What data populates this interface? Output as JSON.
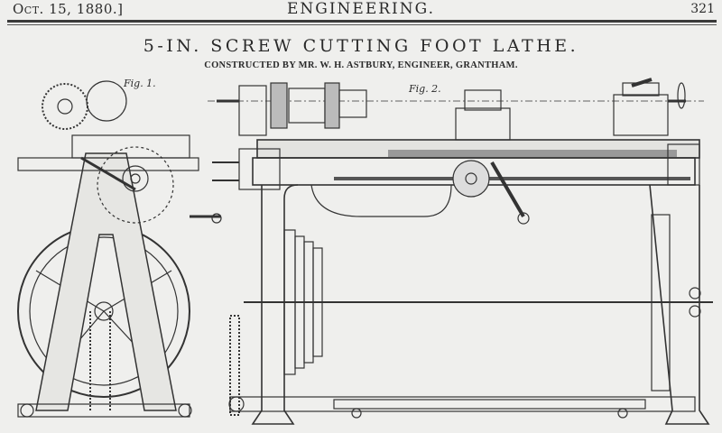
{
  "header": {
    "date": "Oct. 15, 1880.]",
    "journal": "ENGINEERING.",
    "page_number": "321"
  },
  "article": {
    "title": "5-IN. SCREW CUTTING FOOT LATHE.",
    "subtitle": "CONSTRUCTED BY MR. W. H. ASTBURY, ENGINEER, GRANTHAM."
  },
  "figures": {
    "fig1_label": "Fig. 1.",
    "fig2_label": "Fig. 2."
  },
  "colors": {
    "paper": "#efefed",
    "ink": "#2a2a2a"
  }
}
